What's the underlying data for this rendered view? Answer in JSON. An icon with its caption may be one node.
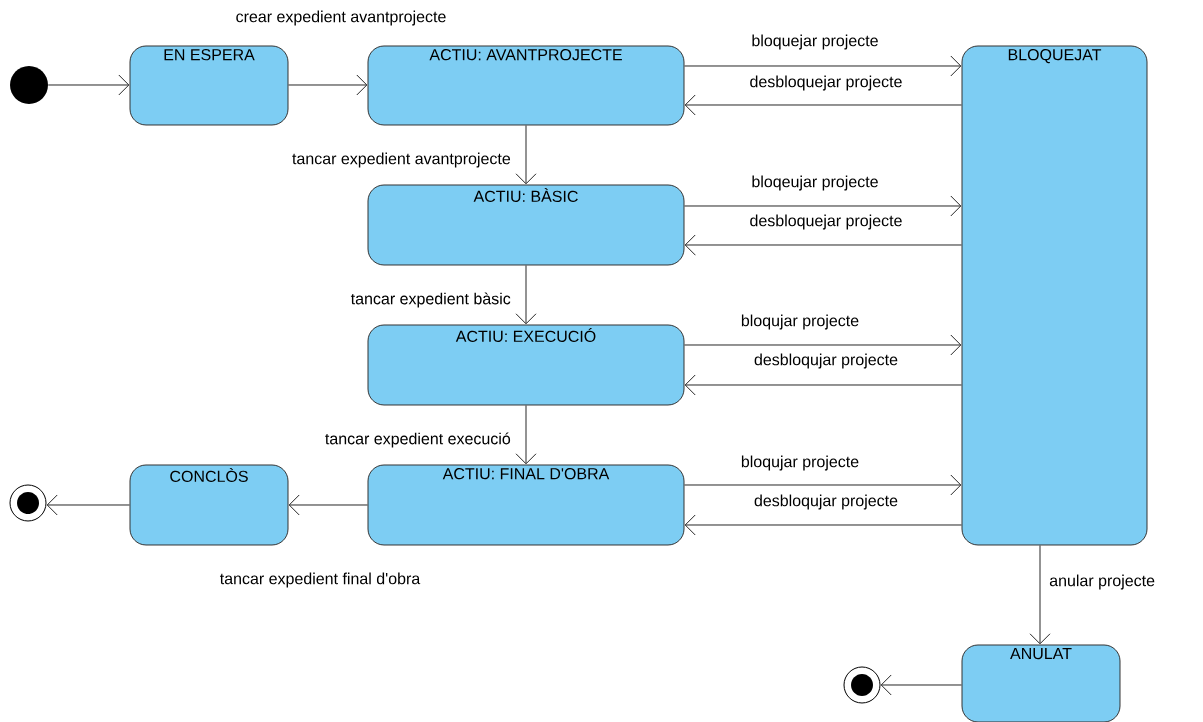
{
  "diagram": {
    "nodes": [
      {
        "text": [],
        "shape": "circle"
      },
      {
        "text": [
          "EN ESPERA"
        ]
      },
      {
        "text": [
          "ACTIU: AVANTPROJECTE"
        ]
      },
      {
        "text": [
          "BLOQUEJAT"
        ]
      },
      {
        "text": [
          "ACTIU: BÀSIC"
        ]
      },
      {
        "text": [
          "ACTIU: EXECUCIÓ"
        ]
      },
      {
        "text": [
          "CONCLÒS"
        ]
      },
      {
        "text": [
          "ACTIU: FINAL D'OBRA"
        ]
      },
      {
        "text": [],
        "shape": "bullseye"
      },
      {
        "text": [],
        "shape": "bullseye"
      },
      {
        "text": [
          "ANULAT"
        ]
      }
    ],
    "edges": [
      {
        "from": 0,
        "to": 1,
        "arrow": "to"
      },
      {
        "from": 1,
        "to": 2,
        "arrow": "to",
        "label": "crear expedient avantprojecte"
      },
      {
        "from": 2,
        "to": 3,
        "arrow": "to",
        "label": "bloquejar projecte"
      },
      {
        "from": 3,
        "to": 2,
        "arrow": "to",
        "label": "desbloquejar projecte"
      },
      {
        "from": 2,
        "to": 4,
        "arrow": "to",
        "label": "tancar expedient avantprojecte"
      },
      {
        "from": 4,
        "to": 3,
        "arrow": "to",
        "label": "bloqeujar projecte"
      },
      {
        "from": 3,
        "to": 4,
        "arrow": "to",
        "label": "desbloquejar projecte"
      },
      {
        "from": 4,
        "to": 5,
        "arrow": "to",
        "label": "tancar expedient bàsic"
      },
      {
        "from": 5,
        "to": 3,
        "arrow": "to",
        "label": "bloqujar projecte"
      },
      {
        "from": 3,
        "to": 5,
        "arrow": "to",
        "label": "desbloqujar projecte"
      },
      {
        "from": 5,
        "to": 7,
        "arrow": "to",
        "label": "tancar expedient execució"
      },
      {
        "from": 7,
        "to": 3,
        "arrow": "to",
        "label": "bloqujar projecte"
      },
      {
        "from": 3,
        "to": 7,
        "arrow": "to",
        "label": "desbloqujar projecte"
      },
      {
        "from": 7,
        "to": 6,
        "arrow": "to",
        "label": "tancar expedient final d'obra"
      },
      {
        "from": 6,
        "to": 8,
        "arrow": "to"
      },
      {
        "from": 3,
        "to": 10,
        "arrow": "to",
        "label": "anular projecte"
      },
      {
        "from": 10,
        "to": 9,
        "arrow": "to"
      }
    ]
  }
}
